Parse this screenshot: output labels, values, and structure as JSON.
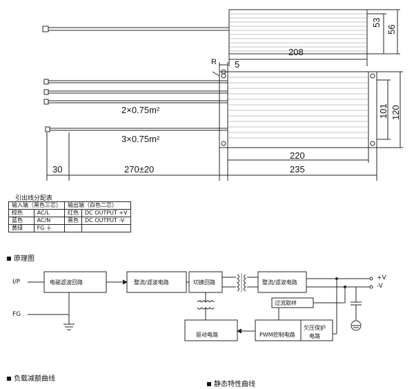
{
  "top_drawing": {
    "dims": {
      "d53": "53",
      "d56": "56",
      "d208": "208",
      "dR": "R",
      "d5": "5",
      "d101": "101",
      "d120": "120",
      "d220": "220",
      "d235": "235",
      "d30": "30",
      "d270": "270±20"
    },
    "wire_labels": {
      "input_gauge": "2×0.75m²",
      "output_gauge": "3×0.75m²"
    }
  },
  "wire_table": {
    "title": "引出线分配表",
    "headers": [
      "输入端（黑色三芯）",
      "输出端（白色二芯）"
    ],
    "rows": [
      [
        "棕色",
        "AC/L",
        "红色",
        "DC OUTPUT +V"
      ],
      [
        "蓝色",
        "AC/N",
        "黑色",
        "DC OUTPUT -V"
      ],
      [
        "黄绿",
        "FG ⏚",
        "",
        ""
      ]
    ]
  },
  "schematic": {
    "title": "原理图",
    "inputs": {
      "ip": "I/P",
      "fg": "FG"
    },
    "outputs": {
      "pos": "+V",
      "neg": "-V"
    },
    "blocks": {
      "emi": "电磁滤波回路",
      "rect1": "整流/滤波电路",
      "switch": "切换回路",
      "rect2": "整流/滤波电路",
      "drive": "驱动电路",
      "pwm": "PWM控制电路",
      "ocp": "过流取样",
      "uvp_line1": "欠压保护",
      "uvp_line2": "电路"
    }
  },
  "bottom_sections": {
    "derating": "负载减额曲线",
    "static": "静态特性曲线"
  }
}
